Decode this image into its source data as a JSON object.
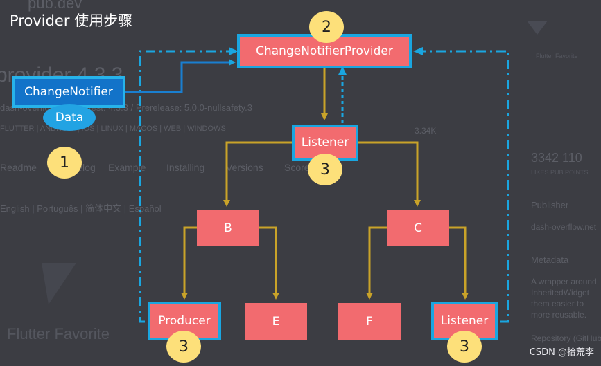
{
  "title": "Provider 使用步骤",
  "nodes": {
    "change_notifier": "ChangeNotifier",
    "data": "Data",
    "change_notifier_provider": "ChangeNotifierProvider",
    "listener_top": "Listener",
    "b": "B",
    "c": "C",
    "producer": "Producer",
    "e": "E",
    "f": "F",
    "listener_bottom": "Listener"
  },
  "steps": {
    "step1": "1",
    "step2": "2",
    "step3_top": "3",
    "step3_producer": "3",
    "step3_listener": "3"
  },
  "watermark": "CSDN @拾荒李",
  "colors": {
    "background": "#3c3d43",
    "node_fill": "#f26b6f",
    "node_frame": "#1aa6e0",
    "notifier_fill": "#1273c9",
    "data_fill": "#22a3e3",
    "arrow_gold": "#c9a329",
    "dashed_blue": "#1aa6e0",
    "badge": "#fde07a"
  },
  "background_page": {
    "header": "pub.dev",
    "package": "provider 4.3.3",
    "meta_line": "dash-overflow.net · Latest: 4.3.3 / Prerelease: 5.0.0-nullsafety.3",
    "tags": "FLUTTER | ANDROID | IOS | LINUX | MACOS | WEB | WINDOWS",
    "likes": "3.34K",
    "tabs": [
      "Readme",
      "Changelog",
      "Example",
      "Installing",
      "Versions",
      "Scores"
    ],
    "languages": "English | Português | 简体中文 | Español",
    "stats": "3342  110",
    "stats_labels": "LIKES   PUB POINTS",
    "publisher_label": "Publisher",
    "publisher": "dash-overflow.net",
    "metadata_label": "Metadata",
    "metadata_text": [
      "A wrapper around",
      "InheritedWidget",
      "them easier to",
      "more reusable."
    ],
    "repository": "Repository (GitHub)",
    "flutter_favorite": "Flutter Favorite",
    "flutter_favorite_side": "Flutter Favorite"
  }
}
